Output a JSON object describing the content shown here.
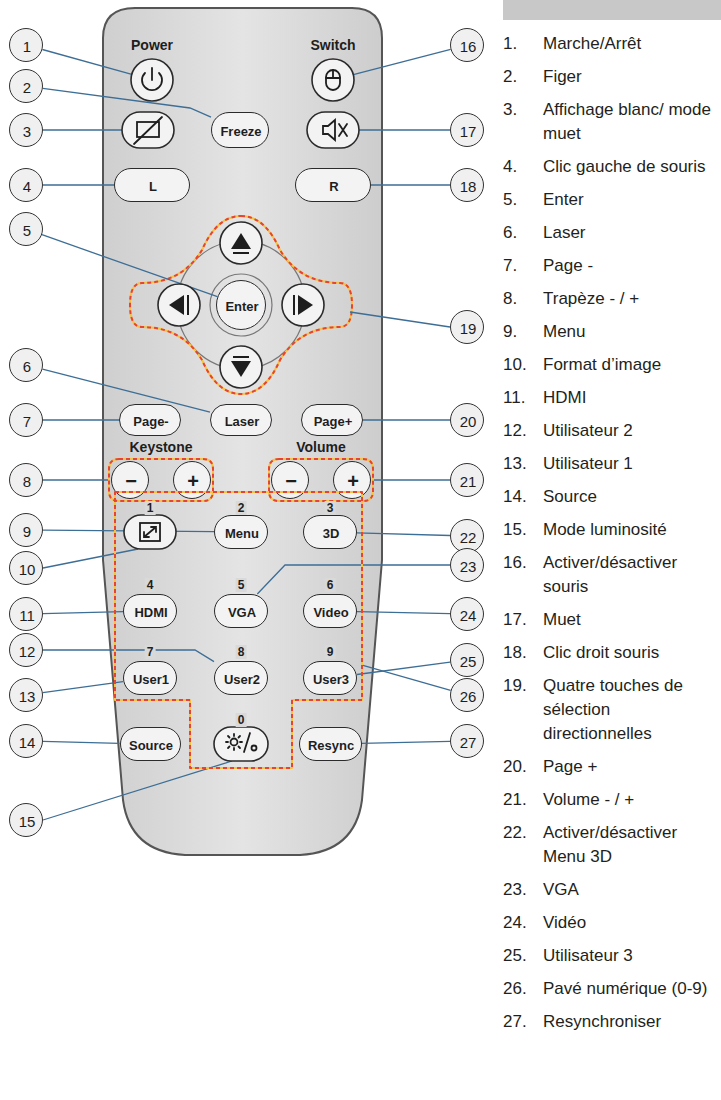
{
  "diagram": {
    "nodes": [
      {
        "text": [
          "Power"
        ]
      },
      {
        "text": [
          "Switch"
        ]
      },
      {
        "text": [
          "Freeze"
        ]
      },
      {
        "text": [
          "L"
        ]
      },
      {
        "text": [
          "R"
        ]
      },
      {
        "text": [
          "Enter"
        ]
      },
      {
        "text": [
          "Page-"
        ]
      },
      {
        "text": [
          "Laser"
        ]
      },
      {
        "text": [
          "Page+"
        ]
      },
      {
        "text": [
          "Keystone"
        ]
      },
      {
        "text": [
          "−"
        ],
        "in": 9
      },
      {
        "text": [
          "+"
        ],
        "in": 9
      },
      {
        "text": [
          "Volume"
        ]
      },
      {
        "text": [
          "−"
        ],
        "in": 12
      },
      {
        "text": [
          "+"
        ],
        "in": 12
      },
      {
        "text": [
          "1",
          "2",
          "3",
          "4",
          "5",
          "6",
          "7",
          "8",
          "9",
          "0"
        ]
      },
      {
        "text": [
          "Menu"
        ],
        "in": 15
      },
      {
        "text": [
          "3D"
        ],
        "in": 15
      },
      {
        "text": [
          "HDMI"
        ],
        "in": 15
      },
      {
        "text": [
          "VGA"
        ],
        "in": 15
      },
      {
        "text": [
          "Video"
        ],
        "in": 15
      },
      {
        "text": [
          "User1"
        ],
        "in": 15
      },
      {
        "text": [
          "User2"
        ],
        "in": 15
      },
      {
        "text": [
          "User3"
        ],
        "in": 15
      },
      {
        "text": [
          "Source"
        ]
      },
      {
        "text": [
          "Resync"
        ]
      },
      {
        "text": [
          "1"
        ]
      },
      {
        "text": [
          "2"
        ]
      },
      {
        "text": [
          "3"
        ]
      },
      {
        "text": [
          "4"
        ]
      },
      {
        "text": [
          "5"
        ]
      },
      {
        "text": [
          "6"
        ]
      },
      {
        "text": [
          "7"
        ]
      },
      {
        "text": [
          "8"
        ]
      },
      {
        "text": [
          "9"
        ]
      },
      {
        "text": [
          "10"
        ]
      },
      {
        "text": [
          "11"
        ]
      },
      {
        "text": [
          "12"
        ]
      },
      {
        "text": [
          "13"
        ]
      },
      {
        "text": [
          "14"
        ]
      },
      {
        "text": [
          "15"
        ]
      },
      {
        "text": [
          "16"
        ]
      },
      {
        "text": [
          "17"
        ]
      },
      {
        "text": [
          "18"
        ]
      },
      {
        "text": [
          "19"
        ]
      },
      {
        "text": [
          "20"
        ]
      },
      {
        "text": [
          "21"
        ]
      },
      {
        "text": [
          "22"
        ]
      },
      {
        "text": [
          "23"
        ]
      },
      {
        "text": [
          "24"
        ]
      },
      {
        "text": [
          "25"
        ]
      },
      {
        "text": [
          "26"
        ]
      },
      {
        "text": [
          "27"
        ]
      }
    ],
    "edges": [
      {
        "from": 26,
        "to": 0,
        "arrow": "none"
      },
      {
        "from": 27,
        "to": 2,
        "arrow": "none"
      },
      {
        "from": 29,
        "to": 3,
        "arrow": "none"
      },
      {
        "from": 30,
        "to": 5,
        "arrow": "none"
      },
      {
        "from": 31,
        "to": 7,
        "arrow": "none"
      },
      {
        "from": 32,
        "to": 6,
        "arrow": "none"
      },
      {
        "from": 33,
        "to": 9,
        "arrow": "none"
      },
      {
        "from": 34,
        "to": 16,
        "arrow": "none"
      },
      {
        "from": 36,
        "to": 18,
        "arrow": "none"
      },
      {
        "from": 37,
        "to": 22,
        "arrow": "none"
      },
      {
        "from": 38,
        "to": 21,
        "arrow": "none"
      },
      {
        "from": 39,
        "to": 24,
        "arrow": "none"
      },
      {
        "from": 41,
        "to": 1,
        "arrow": "none"
      },
      {
        "from": 43,
        "to": 4,
        "arrow": "none"
      },
      {
        "from": 45,
        "to": 8,
        "arrow": "none"
      },
      {
        "from": 46,
        "to": 12,
        "arrow": "none"
      },
      {
        "from": 47,
        "to": 17,
        "arrow": "none"
      },
      {
        "from": 48,
        "to": 19,
        "arrow": "none"
      },
      {
        "from": 49,
        "to": 20,
        "arrow": "none"
      },
      {
        "from": 50,
        "to": 23,
        "arrow": "none"
      },
      {
        "from": 51,
        "to": 15,
        "arrow": "none"
      },
      {
        "from": 52,
        "to": 25,
        "arrow": "none"
      }
    ],
    "labels": [
      "1.",
      "Marche/Arrêt",
      "2.",
      "Figer",
      "3.",
      "Affichage blanc/ mode muet",
      "4.",
      "Clic gauche de souris",
      "5.",
      "Enter",
      "6.",
      "Laser",
      "7.",
      "Page -",
      "8.",
      "Trapèze - / +",
      "9.",
      "Menu",
      "10.",
      "Format d’image",
      "11.",
      "HDMI",
      "12.",
      "Utilisateur 2",
      "13.",
      "Utilisateur 1",
      "14.",
      "Source",
      "15.",
      "Mode luminosité",
      "16.",
      "Activer/désactiver souris",
      "17.",
      "Muet",
      "18.",
      "Clic droit souris",
      "19.",
      "Quatre touches de sélection directionnelles",
      "20.",
      "Page +",
      "21.",
      "Volume - / +",
      "22.",
      "Activer/désactiver Menu 3D",
      "23.",
      "VGA",
      "24.",
      "Vidéo",
      "25.",
      "Utilisateur 3",
      "26.",
      "Pavé numérique (0-9)",
      "27.",
      "Resynchroniser"
    ]
  }
}
